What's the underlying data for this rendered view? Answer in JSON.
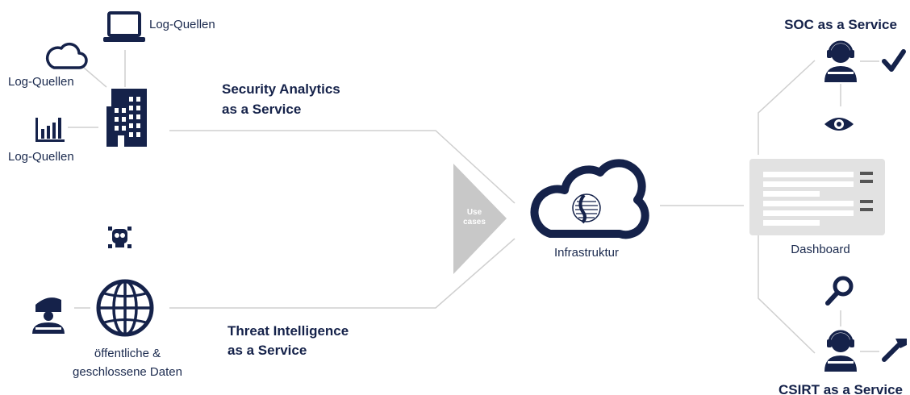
{
  "colors": {
    "navy": "#15224a",
    "connector": "#cfcfcf",
    "triangle": "#c8c8c8",
    "dashboard_bg": "#e2e2e2",
    "dashboard_bars": "#ffffff",
    "dashboard_marks": "#555555"
  },
  "sources": {
    "laptop_label": "Log-Quellen",
    "cloud_label": "Log-Quellen",
    "chart_label": "Log-Quellen",
    "public_data_label_line1": "öffentliche &",
    "public_data_label_line2": "geschlossene Daten"
  },
  "flows": {
    "security_analytics_line1": "Security Analytics",
    "security_analytics_line2": "as a Service",
    "threat_intel_line1": "Threat Intelligence",
    "threat_intel_line2": "as a Service"
  },
  "funnel_label_line1": "Use",
  "funnel_label_line2": "cases",
  "infrastructure_label": "Infrastruktur",
  "dashboard_label": "Dashboard",
  "soc_label": "SOC as a Service",
  "csirt_label": "CSIRT as a Service",
  "icons": [
    "laptop-icon",
    "cloud-icon",
    "bar-chart-icon",
    "building-icon",
    "skull-icon",
    "hacker-icon",
    "globe-icon",
    "cloud-infrastructure-icon",
    "dashboard-icon",
    "headset-agent-icon",
    "checkmark-icon",
    "eye-icon",
    "magnifier-icon",
    "wrench-icon"
  ]
}
